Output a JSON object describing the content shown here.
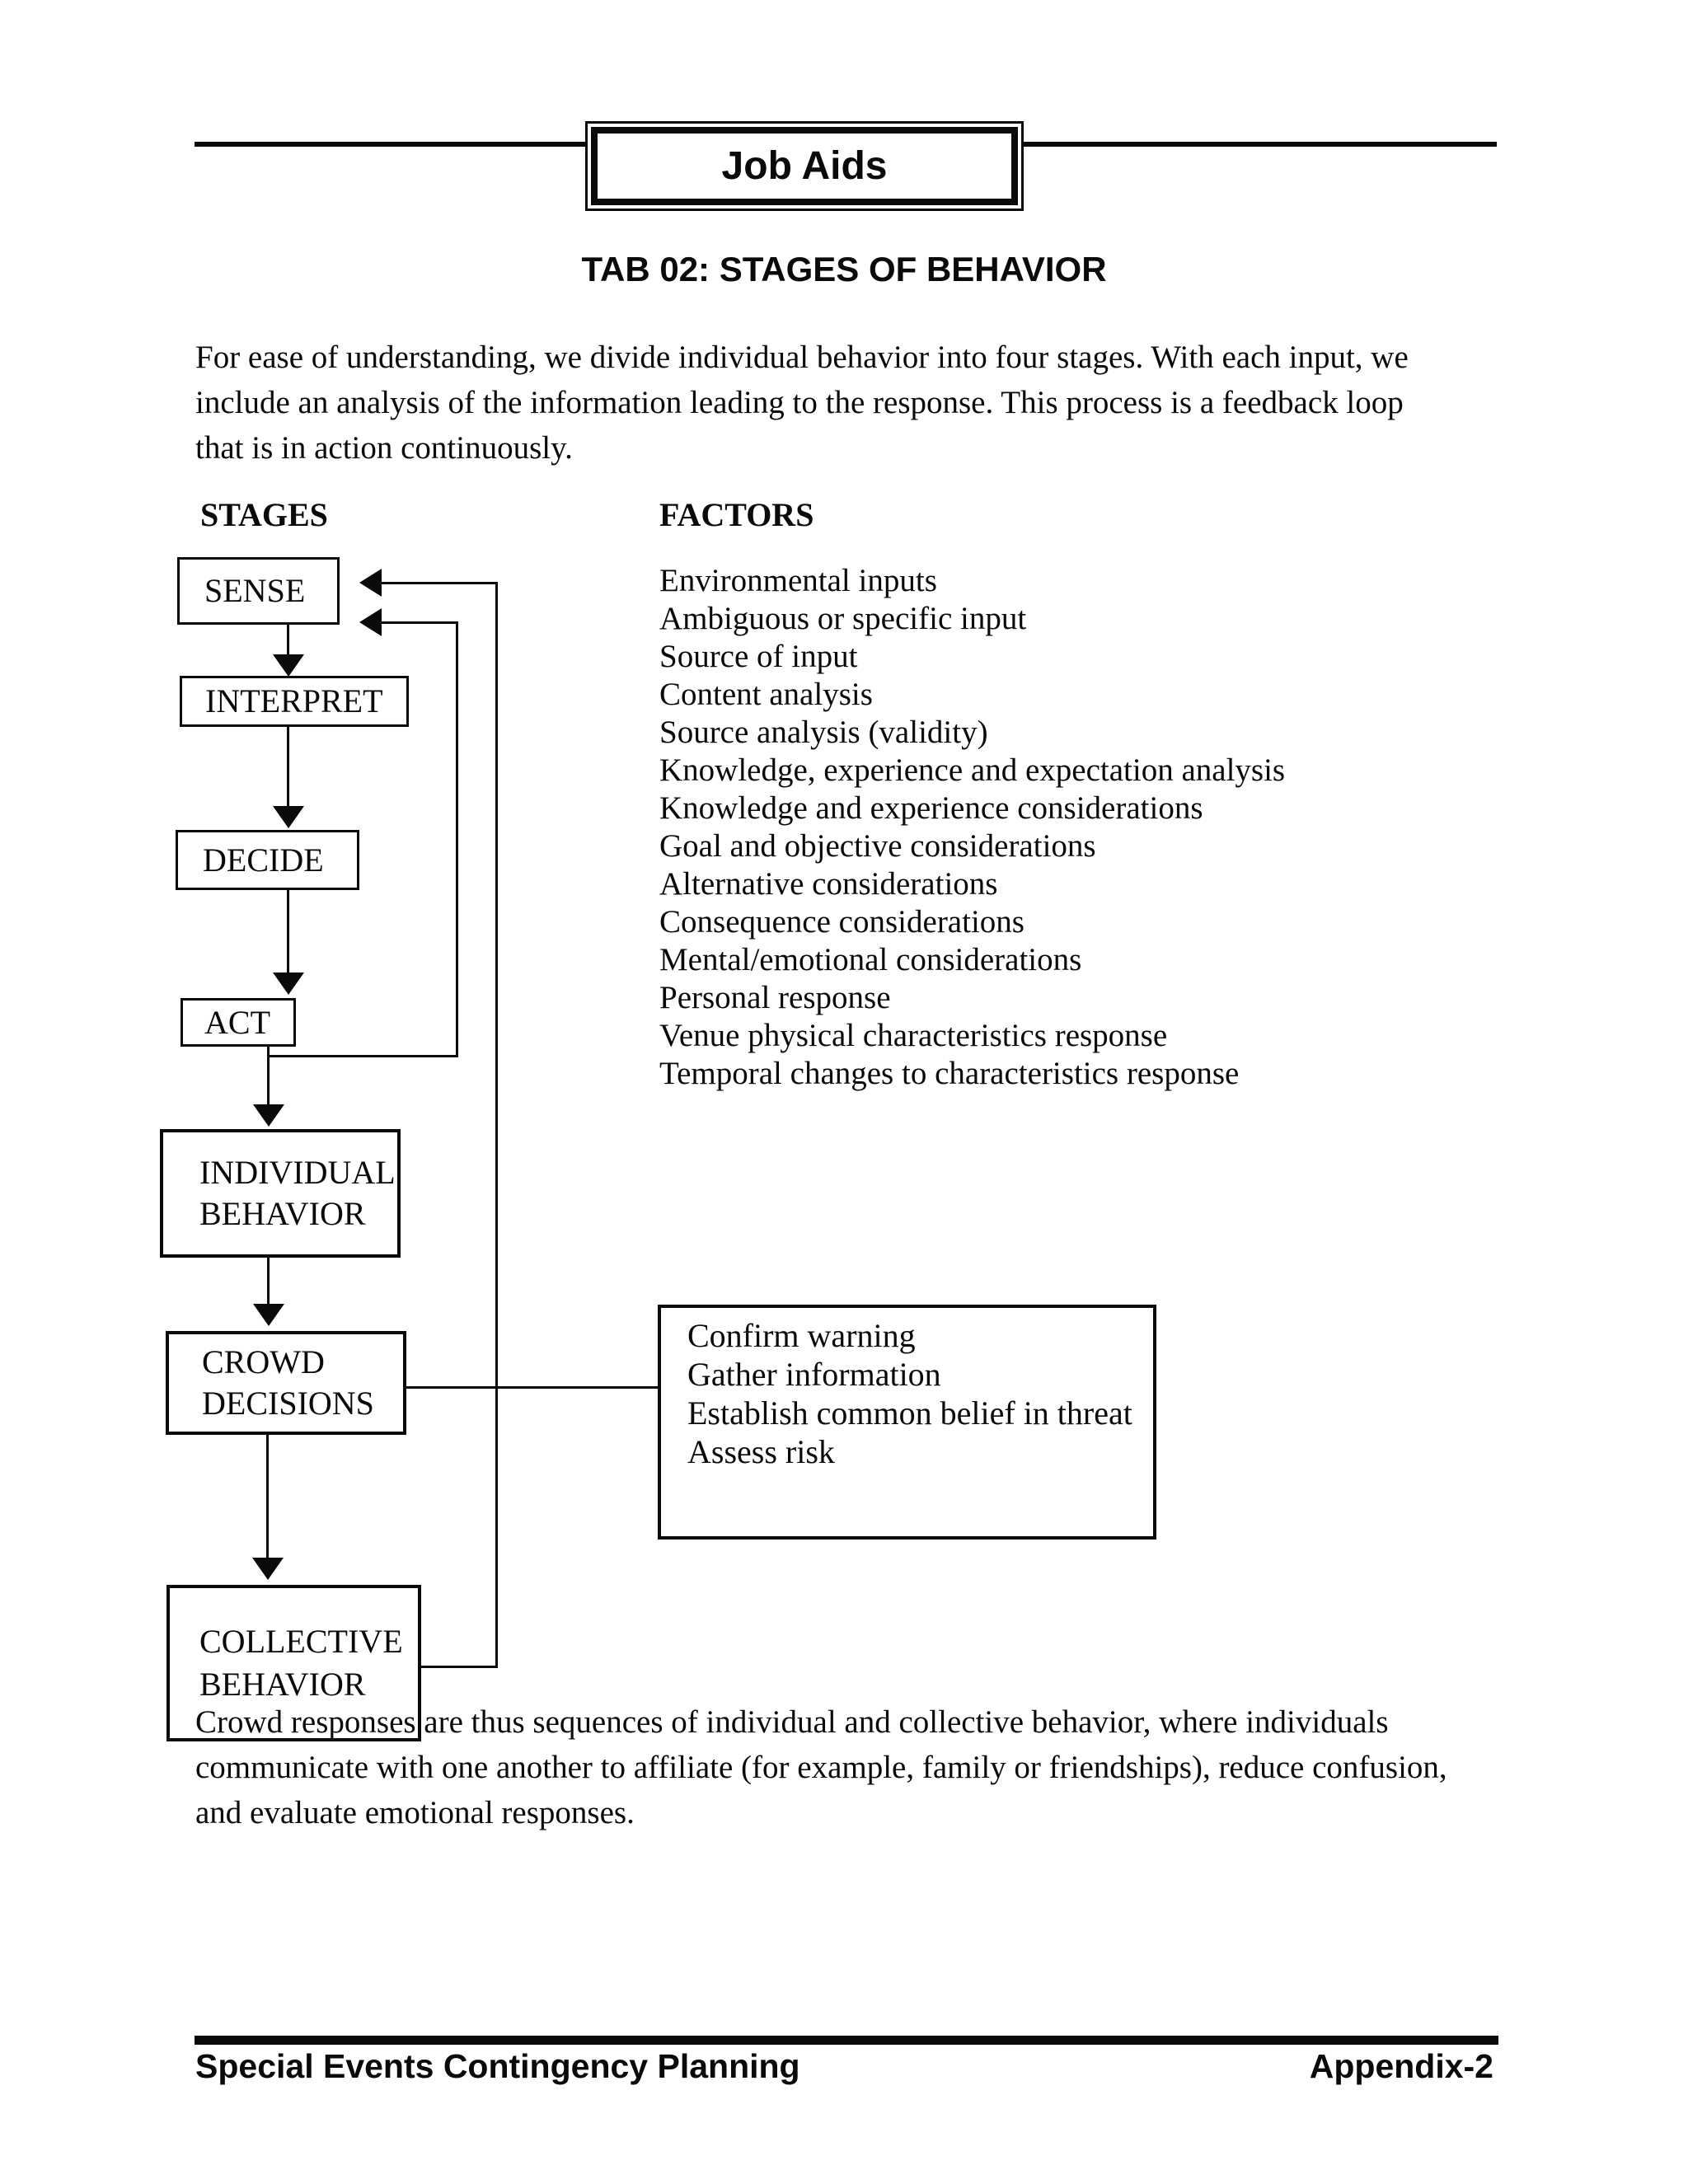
{
  "colors": {
    "ink": "#0a0a0a",
    "background": "#ffffff"
  },
  "header": {
    "banner_label": "Job Aids"
  },
  "title": "TAB 02: STAGES OF BEHAVIOR",
  "intro_paragraph": {
    "lines": [
      "For ease of understanding, we divide individual behavior into four stages. With each input, we",
      "include an analysis of the information leading to the response. This process is a feedback loop",
      "that is in action continuously."
    ]
  },
  "diagram": {
    "stages_header": "STAGES",
    "factors_header": "FACTORS",
    "stage_boxes": [
      "SENSE",
      "INTERPRET",
      "DECIDE",
      "ACT",
      "INDIVIDUAL BEHAVIOR",
      "CROWD DECISIONS",
      "COLLECTIVE BEHAVIOR"
    ],
    "factors": [
      "Environmental inputs",
      "Ambiguous or specific input",
      "Source of input",
      "Content analysis",
      "Source analysis (validity)",
      "Knowledge, experience and expectation analysis",
      "Knowledge and experience considerations",
      "Goal and objective considerations",
      "Alternative considerations",
      "Consequence considerations",
      "Mental/emotional considerations",
      "Personal response",
      "Venue physical characteristics response",
      "Temporal changes to characteristics response"
    ],
    "crowd_actions_box": {
      "lines": [
        "Confirm warning",
        "Gather information",
        "Establish common belief in threat",
        "Assess risk"
      ]
    }
  },
  "closing_paragraph": {
    "lines": [
      "Crowd responses are thus sequences of individual and collective behavior, where individuals",
      "communicate with one another to affiliate (for example, family or friendships), reduce confusion,",
      "and evaluate emotional responses."
    ]
  },
  "footer": {
    "left": "Special Events Contingency Planning",
    "right": "Appendix-2"
  }
}
